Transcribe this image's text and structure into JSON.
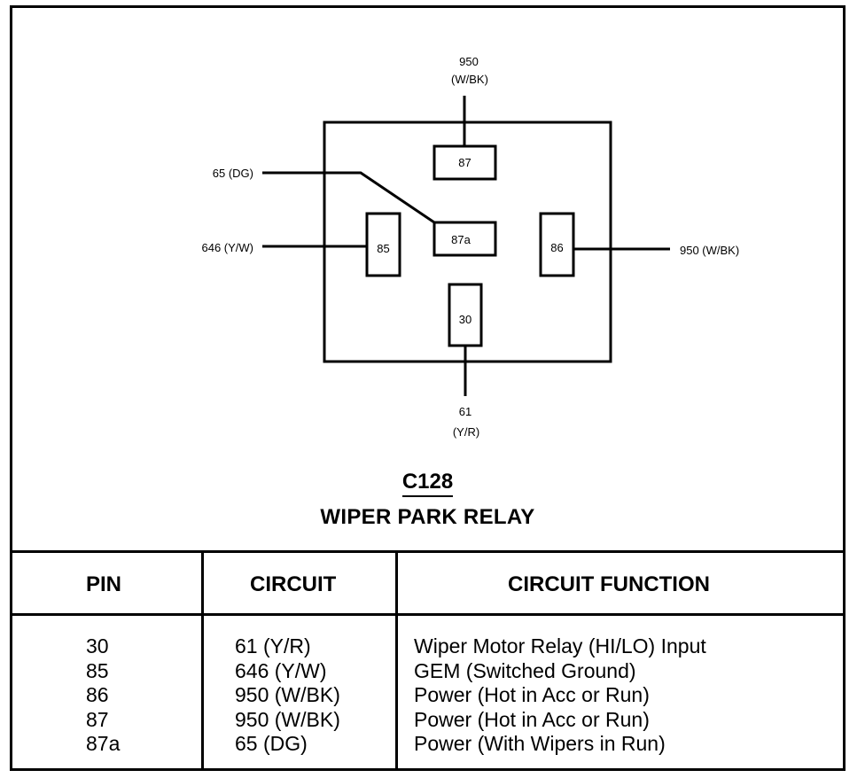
{
  "connector": {
    "id": "C128",
    "name": "WIPER PARK RELAY"
  },
  "diagram": {
    "pins": [
      {
        "pin": "87",
        "wire_label_line1": "950",
        "wire_label_line2": "(W/BK)",
        "side": "top"
      },
      {
        "pin": "87a",
        "wire_label": "65 (DG)",
        "side": "left-upper"
      },
      {
        "pin": "85",
        "wire_label": "646 (Y/W)",
        "side": "left"
      },
      {
        "pin": "86",
        "wire_label": "950 (W/BK)",
        "side": "right"
      },
      {
        "pin": "30",
        "wire_label_line1": "61",
        "wire_label_line2": "(Y/R)",
        "side": "bottom"
      }
    ]
  },
  "table": {
    "headers": [
      "PIN",
      "CIRCUIT",
      "CIRCUIT FUNCTION"
    ],
    "rows": [
      {
        "pin": "30",
        "circuit": "61 (Y/R)",
        "function": "Wiper Motor Relay (HI/LO) Input"
      },
      {
        "pin": "85",
        "circuit": "646 (Y/W)",
        "function": "GEM (Switched Ground)"
      },
      {
        "pin": "86",
        "circuit": "950 (W/BK)",
        "function": "Power (Hot in Acc or Run)"
      },
      {
        "pin": "87",
        "circuit": "950 (W/BK)",
        "function": "Power (Hot in Acc or Run)"
      },
      {
        "pin": "87a",
        "circuit": "65 (DG)",
        "function": "Power (With Wipers in Run)"
      }
    ]
  }
}
